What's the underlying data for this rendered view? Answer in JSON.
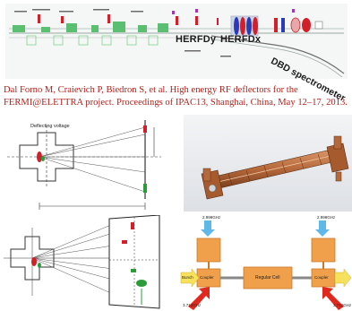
{
  "figure": {
    "beamline_labels": [
      "HERFDy",
      "HERFDx",
      "DBD spectrometer"
    ],
    "citation": "Dal Forno M, Craievich P, Biedron S, et al. High energy RF deflectors for the FERMI@ELETTRA project. Proceedings of IPAC13, Shanghai, China, May 12–17, 2013.",
    "deflector_label": "Deflecting voltage",
    "network": {
      "source_top_left": "2.998GHz",
      "source_top_right": "2.998GHz",
      "bunch": "Bunch",
      "coupler_left": "Coupler",
      "coupler_right": "Coupler",
      "regular_cell": "Regular Cell",
      "feed_left": "3.712GHz",
      "feed_right": "3.712GHz"
    },
    "colors": {
      "beamline_red": "#d2202a",
      "beamline_blue": "#2a3bb8",
      "copper": "#b5683a",
      "orange": "#f0a04a",
      "arrow_red": "#e0281e",
      "arrow_blue": "#5fb8e8",
      "arrow_yellow": "#f7e15c",
      "citation": "#b0221d"
    }
  }
}
